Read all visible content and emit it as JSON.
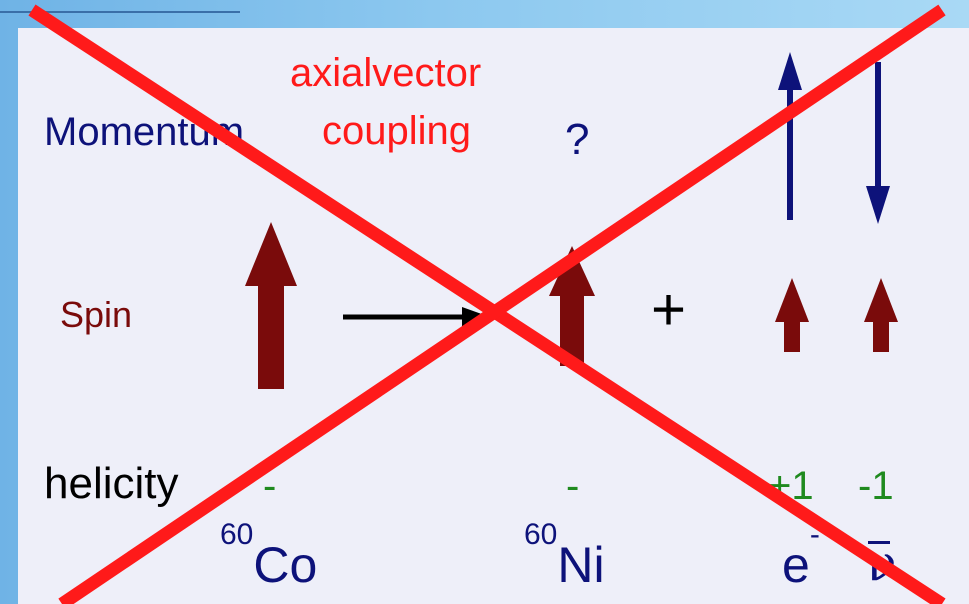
{
  "labels": {
    "momentum": "Momentum",
    "spin": "Spin",
    "helicity": "helicity",
    "coupling_line1": "axialvector",
    "coupling_line2": "coupling",
    "question": "?",
    "plus": "+"
  },
  "helicity_values": {
    "co": "-",
    "ni": "-",
    "electron": "+1",
    "antineutrino": "-1"
  },
  "particles": {
    "co_mass": "60",
    "co_symbol": "Co",
    "ni_mass": "60",
    "ni_symbol": "Ni",
    "electron": "e",
    "electron_charge": "-",
    "antineutrino": "ν"
  },
  "colors": {
    "momentum_arrow": "#0d127a",
    "spin_arrow": "#7a0b0b",
    "cross": "#ff1a1a",
    "helicity_value": "#1f8a1f"
  },
  "icons": {
    "momentum_up": "arrow-up-icon",
    "momentum_down": "arrow-down-icon",
    "spin": "spin-arrow-icon",
    "reaction": "reaction-arrow-icon",
    "cross": "cross-out-icon"
  }
}
